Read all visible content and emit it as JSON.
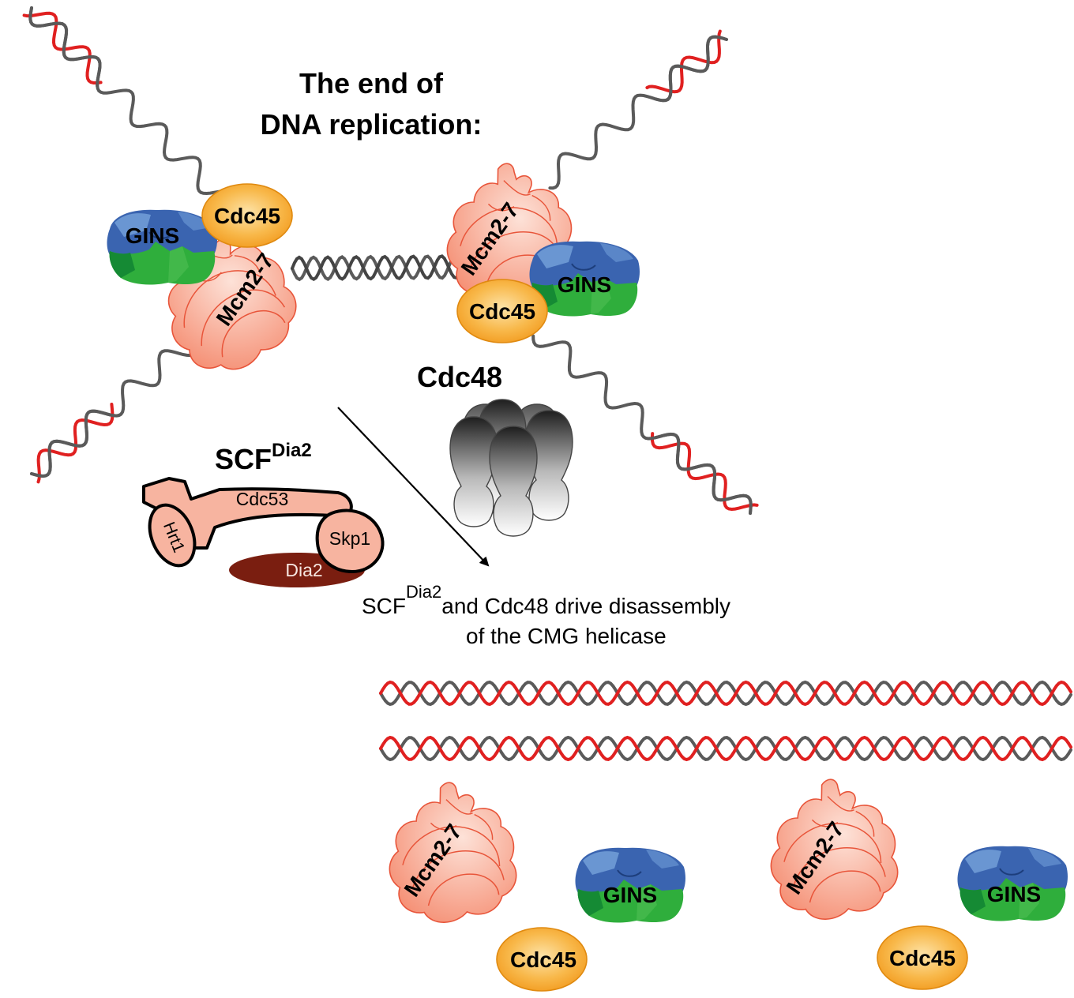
{
  "title": {
    "line1": "The end of",
    "line2": "DNA replication:"
  },
  "fork_left": {
    "cdc45": "Cdc45",
    "gins": "GINS",
    "mcm": "Mcm2-7"
  },
  "fork_right": {
    "cdc45": "Cdc45",
    "gins": "GINS",
    "mcm": "Mcm2-7"
  },
  "cdc48_label": "Cdc48",
  "scf": {
    "title_base": "SCF",
    "title_sup": "Dia2",
    "cdc53": "Cdc53",
    "hrt1": "Hrt1",
    "skp1": "Skp1",
    "dia2": "Dia2"
  },
  "caption": {
    "base": "SCF",
    "sup": "Dia2",
    "line1_rest": "and Cdc48 drive disassembly",
    "line2": "of the CMG helicase"
  },
  "products": [
    {
      "mcm": "Mcm2-7",
      "gins": "GINS",
      "cdc45": "Cdc45"
    },
    {
      "mcm": "Mcm2-7",
      "gins": "GINS",
      "cdc45": "Cdc45"
    }
  ],
  "colors": {
    "dna_parent": "#5a5a5a",
    "dna_new": "#e02020",
    "cdc45": "#f5a623",
    "gins_green": "#3aaa3a",
    "gins_blue": "#3366b0",
    "mcm": "#f7a08a",
    "dia2": "#7a1e10",
    "scf_body": "#f7b4a0"
  }
}
